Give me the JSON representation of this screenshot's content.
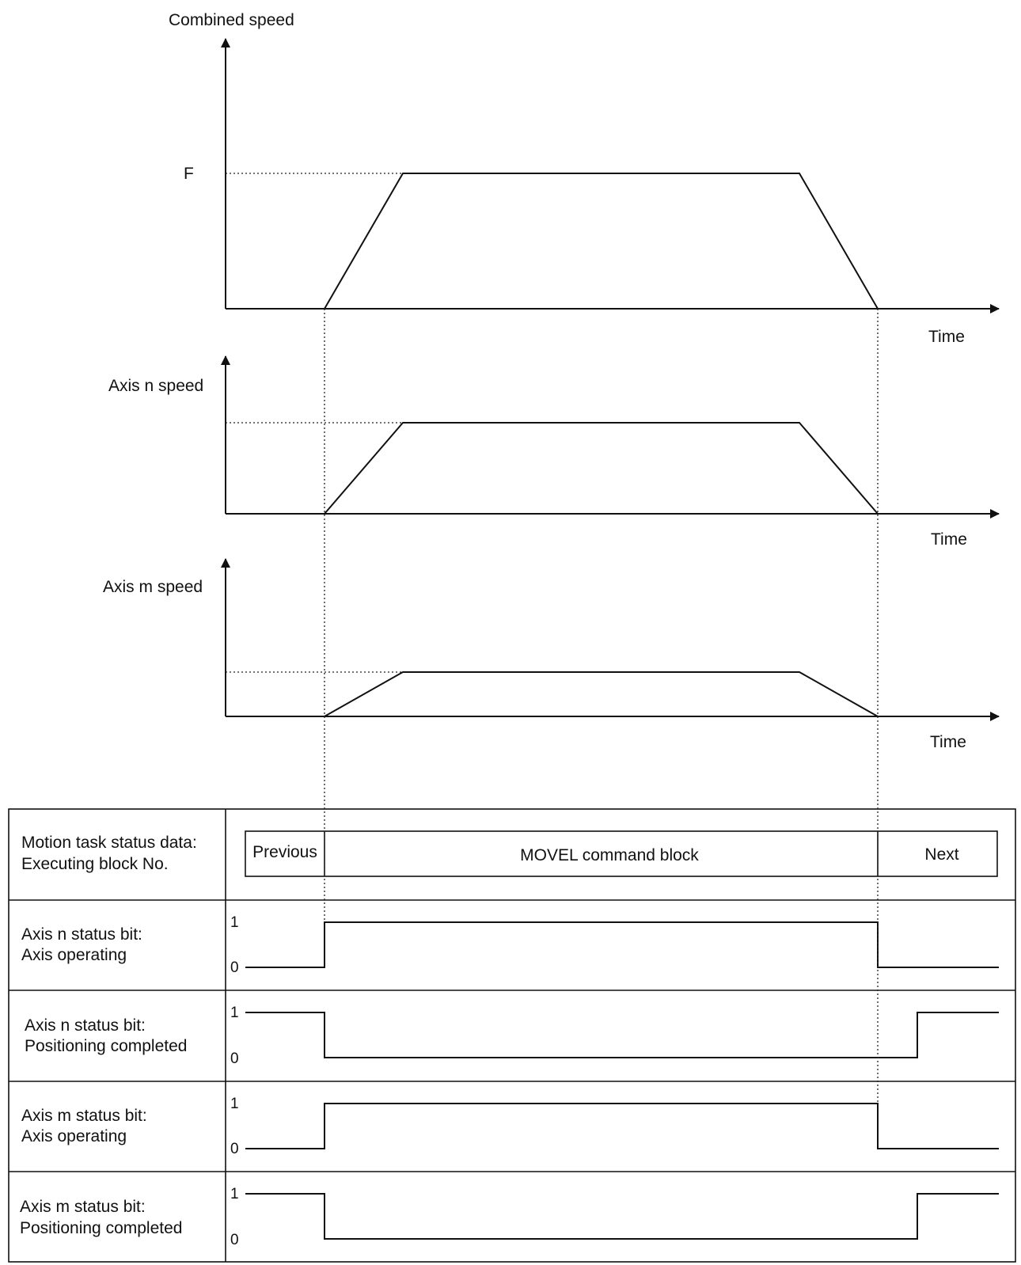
{
  "speed_charts": {
    "combined": {
      "ylabel": "Combined speed",
      "level_label": "F",
      "xlabel": "Time"
    },
    "axis_n": {
      "ylabel": "Axis n speed",
      "xlabel": "Time"
    },
    "axis_m": {
      "ylabel": "Axis m speed",
      "xlabel": "Time"
    }
  },
  "status_table": {
    "block_row": {
      "label_line1": "Motion task status data:",
      "label_line2": "Executing block No.",
      "blocks": [
        "Previous",
        "MOVEL command block",
        "Next"
      ]
    },
    "signal_rows": [
      {
        "label_line1": "Axis n status bit:",
        "label_line2": "Axis operating",
        "high": "1",
        "low": "0"
      },
      {
        "label_line1": "Axis n status bit:",
        "label_line2": "Positioning completed",
        "high": "1",
        "low": "0"
      },
      {
        "label_line1": "Axis m status bit:",
        "label_line2": "Axis operating",
        "high": "1",
        "low": "0"
      },
      {
        "label_line1": "Axis m status bit:",
        "label_line2": "Positioning completed",
        "high": "1",
        "low": "0"
      }
    ]
  },
  "colors": {
    "line": "#111111",
    "background": "#ffffff"
  }
}
